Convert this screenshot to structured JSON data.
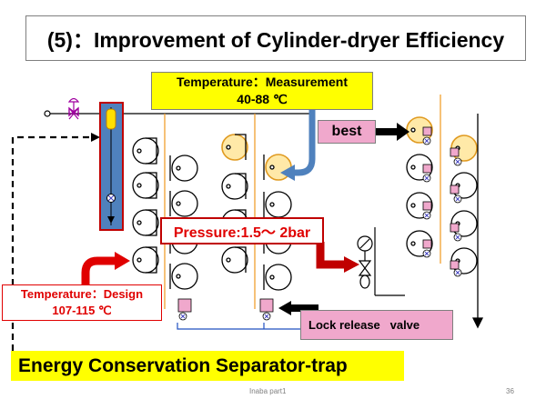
{
  "slide": {
    "title": "(5)：Improvement of Cylinder-dryer Efficiency",
    "footer_left": "Inaba part1",
    "page_number": "36"
  },
  "labels": {
    "temperature_measurement": "Temperature：Measurement",
    "temperature_measurement_range": "40-88 ℃",
    "best": "best",
    "pressure": "Pressure:1.5～ 2bar",
    "temperature_design": "Temperature：Design",
    "temperature_design_range": "107-115 ℃",
    "lock_release_valve": "Lock release   valve",
    "energy_conservation": "Energy Conservation Separator-trap"
  },
  "colors": {
    "accent_yellow": "#ffff00",
    "accent_pink": "#f0a8cc",
    "arrow_red": "#e00000",
    "arrow_blue": "#4f81bd",
    "highlight_circle": "#f2c04a",
    "separator_fill": "#4f81bd",
    "pipe_orange": "#f0a030"
  }
}
